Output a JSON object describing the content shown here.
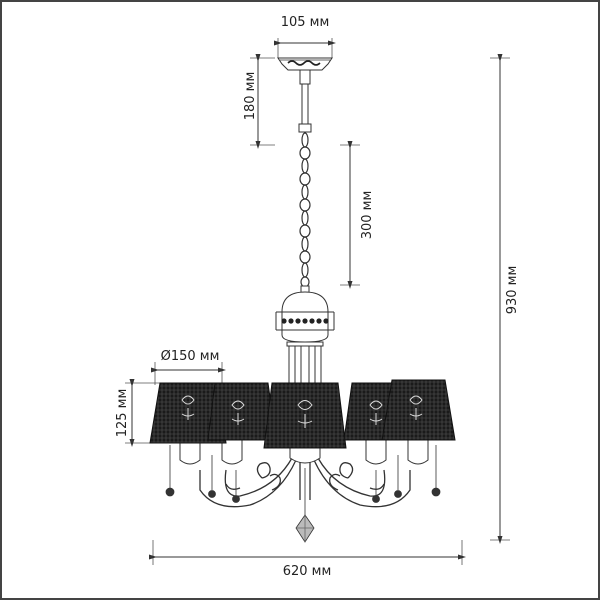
{
  "dimensions": {
    "canopy_width": "105 мм",
    "canopy_height": "180 мм",
    "chain_length": "300 мм",
    "total_height": "930 мм",
    "shade_diameter": "Ø150 мм",
    "shade_height": "125 мм",
    "total_width": "620 мм"
  },
  "colors": {
    "line": "#333333",
    "shade": "#222222"
  }
}
